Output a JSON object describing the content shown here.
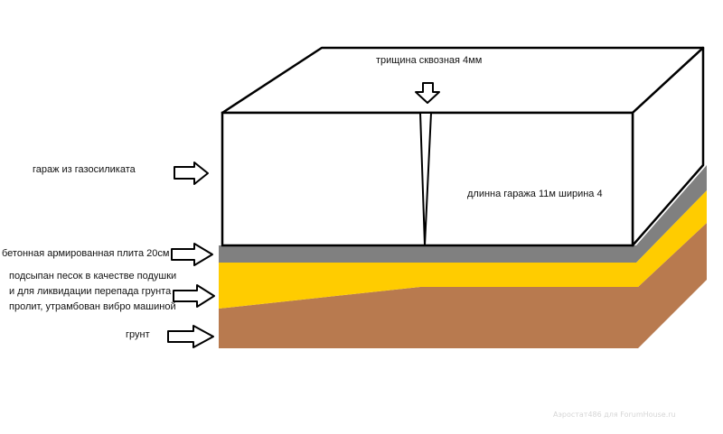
{
  "labels": {
    "crack": "трищина сквозная 4мм",
    "dimensions": "длинна гаража 11м ширина 4",
    "garage": "гараж из газосиликата",
    "slab": "бетонная армированная плита 20см",
    "sand": [
      "подсыпан песок в качестве подушки",
      "и для ликвидации перепада грунта",
      "пролит, утрамбован вибро машиной"
    ],
    "ground": "грунт"
  },
  "watermark": "Аэростат486 для ForumHouse.ru",
  "colors": {
    "outline": "#000000",
    "block_fill": "#ffffff",
    "slab": "#808080",
    "sand": "#ffcc00",
    "ground": "#b87a4f",
    "background": "#ffffff"
  },
  "icons": {
    "pointer": "outline-arrow-right",
    "crack_marker": "outline-arrow-down"
  }
}
